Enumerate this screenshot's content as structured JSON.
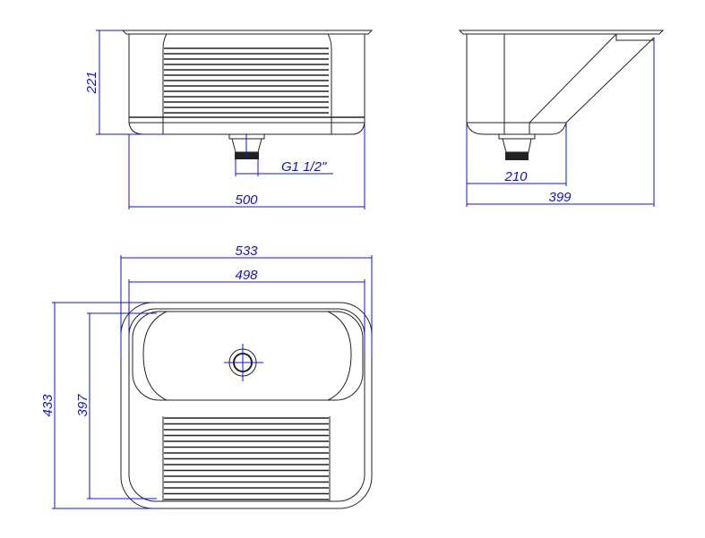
{
  "front_view": {
    "height_label": "221",
    "width_label": "500",
    "drain_label": "G1 1/2\""
  },
  "side_view": {
    "drain_offset_label": "210",
    "depth_label": "399"
  },
  "top_view": {
    "outer_width_label": "533",
    "inner_width_label": "498",
    "outer_depth_label": "433",
    "inner_depth_label": "397"
  },
  "colors": {
    "dimension": "#1010e0",
    "outline": "#222222"
  }
}
